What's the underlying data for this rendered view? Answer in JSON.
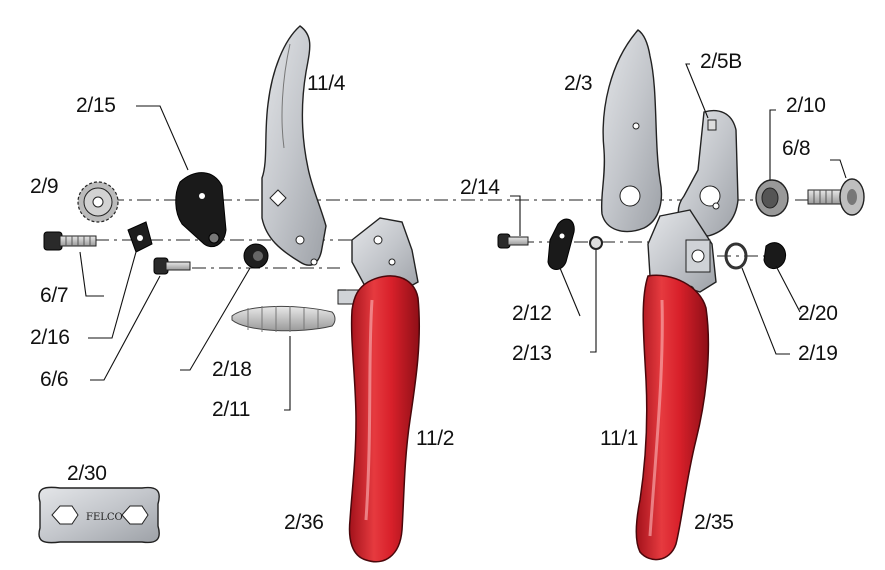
{
  "colors": {
    "handle_red": "#d8202a",
    "handle_dark": "#9c1119",
    "metal": "#c9ccd1",
    "metal_dark": "#8d9198",
    "part_black": "#1a1a1a",
    "line": "#1a1a1a"
  },
  "labels": {
    "l_11_4": "11/4",
    "l_2_15": "2/15",
    "l_2_9": "2/9",
    "l_6_7": "6/7",
    "l_2_16": "2/16",
    "l_6_6": "6/6",
    "l_2_18": "2/18",
    "l_2_11": "2/11",
    "l_11_2": "11/2",
    "l_2_36": "2/36",
    "l_2_30": "2/30",
    "l_2_3": "2/3",
    "l_2_5b": "2/5B",
    "l_2_10": "2/10",
    "l_6_8": "6/8",
    "l_2_14": "2/14",
    "l_2_12": "2/12",
    "l_2_13": "2/13",
    "l_2_20": "2/20",
    "l_2_19": "2/19",
    "l_11_1": "11/1",
    "l_2_35": "2/35"
  },
  "tool_logo": "FELCO"
}
